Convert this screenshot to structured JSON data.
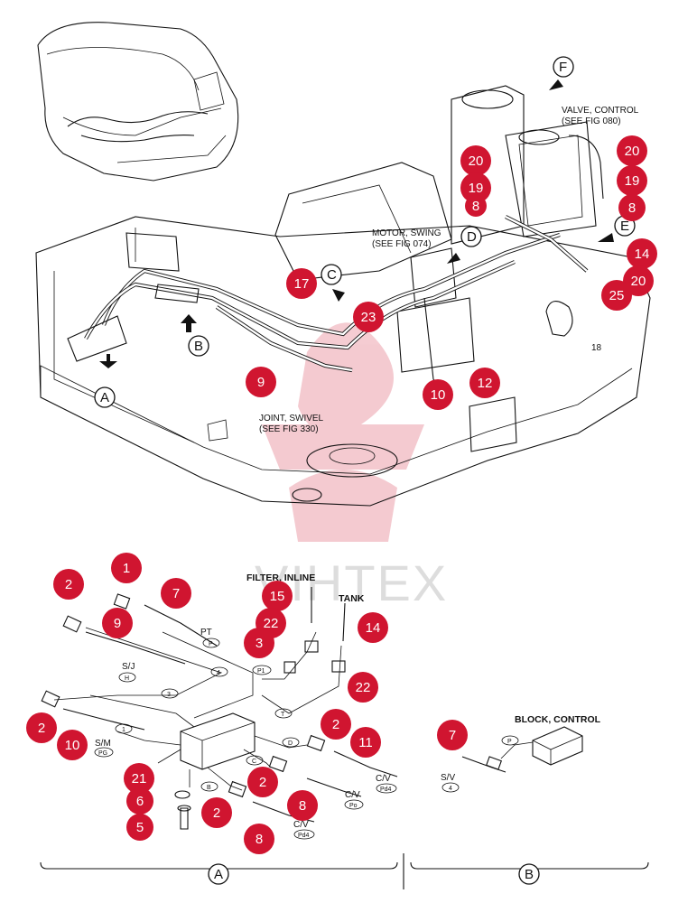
{
  "watermark": "VIHTEX",
  "colors": {
    "badge": "#d01530",
    "badge_text": "#ffffff",
    "line": "#111111",
    "watermark": "#b5b5b5"
  },
  "labels": {
    "valve_control": "VALVE, CONTROL",
    "valve_control_ref": "(SEE FIG 080)",
    "motor_swing": "MOTOR, SWING",
    "motor_swing_ref": "(SEE FIG 074)",
    "joint_swivel": "JOINT, SWIVEL",
    "joint_swivel_ref": "(SEE FIG 330)",
    "filter_inline": "FILTER, INLINE",
    "tank": "TANK",
    "block_control": "BLOCK, CONTROL",
    "pt": "PT",
    "sj": "S/J",
    "sm": "S/M",
    "cv": "C/V",
    "sv": "S/V",
    "plain_18": "18"
  },
  "arrow_letters": {
    "a": "A",
    "b": "B",
    "c": "C",
    "d": "D",
    "e": "E",
    "f": "F"
  },
  "ports": {
    "p": "P",
    "h": "H",
    "n4": "4",
    "n3": "3",
    "n1": "1",
    "p1": "P1",
    "t": "T",
    "d": "D",
    "c": "C",
    "b": "B",
    "pg": "PG",
    "pd4": "Pd4",
    "po": "Po",
    "pd4b": "Pd4",
    "p_b": "P",
    "n4_b": "4"
  },
  "section_labels": {
    "a": "A",
    "b": "B"
  },
  "callouts": {
    "top_20a": "20",
    "top_19a": "19",
    "top_8a": "8",
    "top_20b": "20",
    "top_19b": "19",
    "top_8b": "8",
    "top_14": "14",
    "top_20c": "20",
    "top_25": "25",
    "top_17": "17",
    "top_23": "23",
    "top_9": "9",
    "top_10": "10",
    "top_12": "12",
    "a_1": "1",
    "a_2a": "2",
    "a_9": "9",
    "a_7": "7",
    "a_15": "15",
    "a_22a": "22",
    "a_3": "3",
    "a_14": "14",
    "a_22b": "22",
    "a_2b": "2",
    "a_10": "10",
    "a_2c": "2",
    "a_11": "11",
    "a_21": "21",
    "a_2d": "2",
    "a_8a": "8",
    "a_6": "6",
    "a_2e": "2",
    "a_5": "5",
    "a_8b": "8",
    "b_7": "7"
  }
}
